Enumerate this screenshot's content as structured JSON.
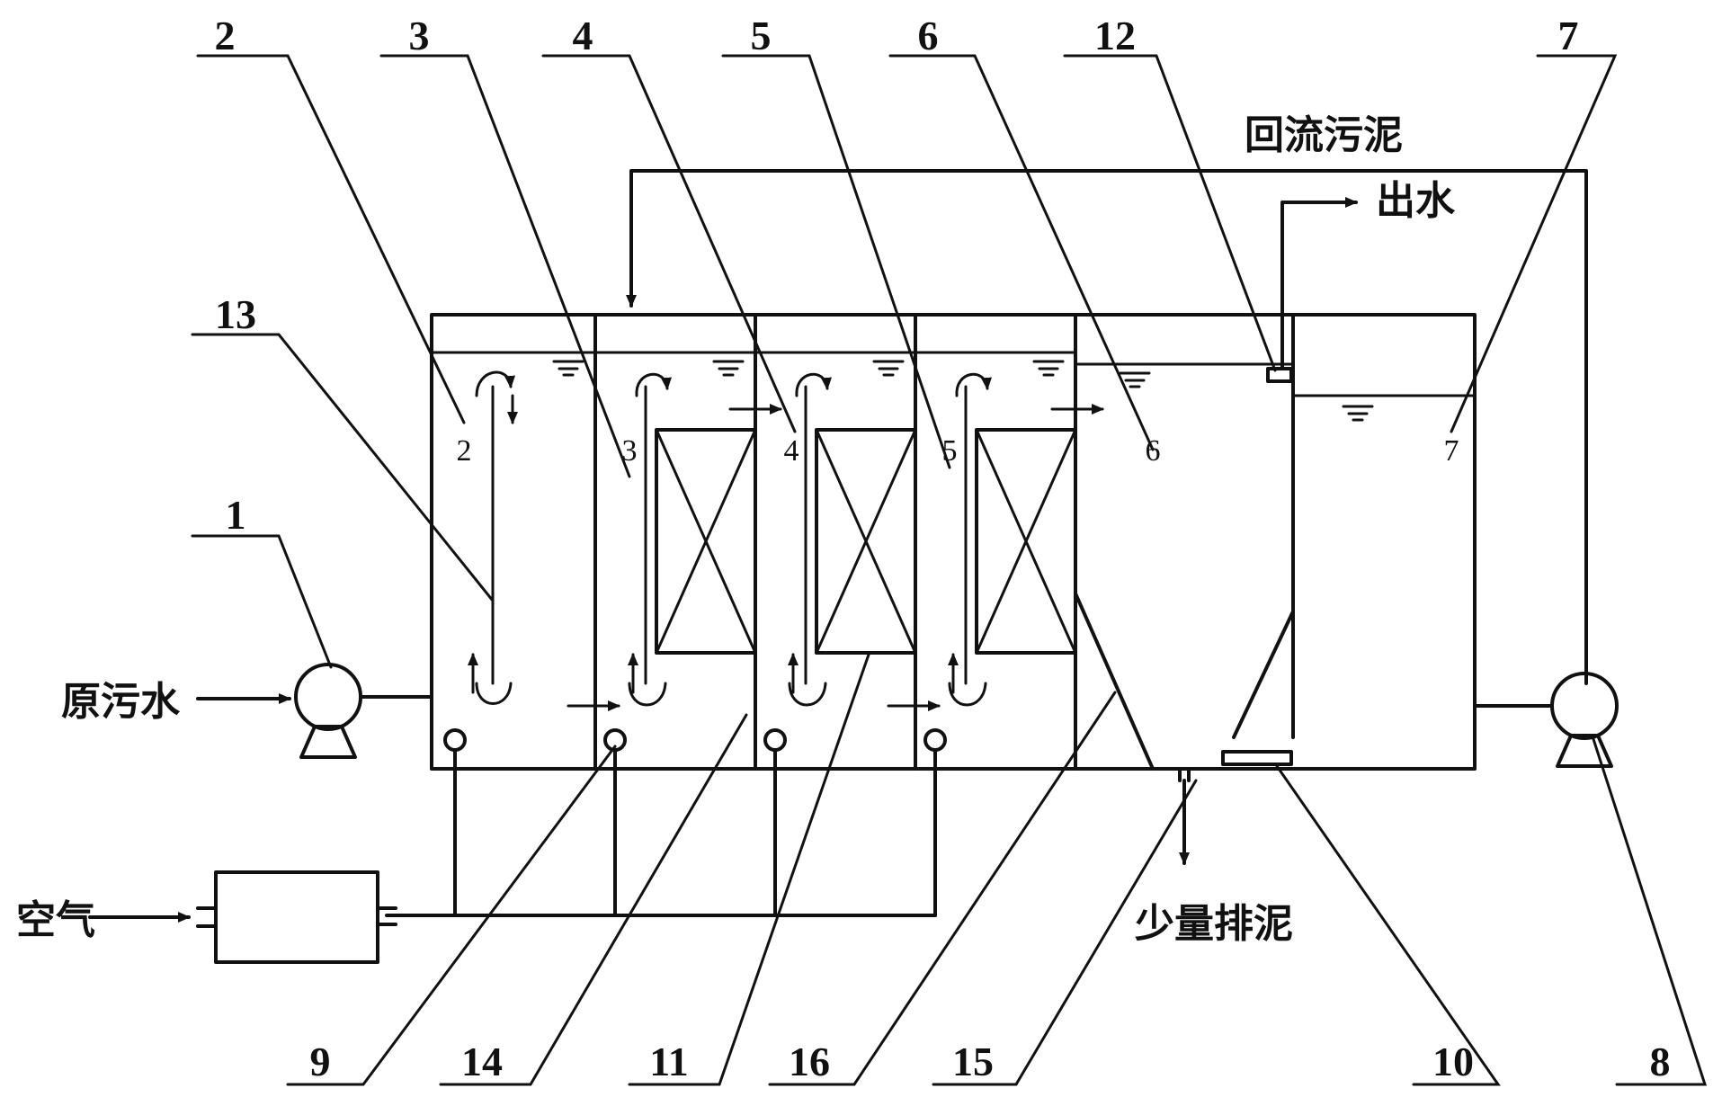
{
  "callouts": {
    "n1": "1",
    "n2": "2",
    "n3": "3",
    "n4": "4",
    "n5": "5",
    "n6": "6",
    "n7": "7",
    "n8": "8",
    "n9": "9",
    "n10": "10",
    "n11": "11",
    "n12": "12",
    "n13": "13",
    "n14": "14",
    "n15": "15",
    "n16": "16"
  },
  "labels": {
    "raw_sewage": "原污水",
    "air": "空气",
    "return_sludge": "回流污泥",
    "effluent": "出水",
    "sludge_discharge": "少量排泥"
  },
  "colors": {
    "ink": "#111111",
    "background": "#ffffff"
  }
}
